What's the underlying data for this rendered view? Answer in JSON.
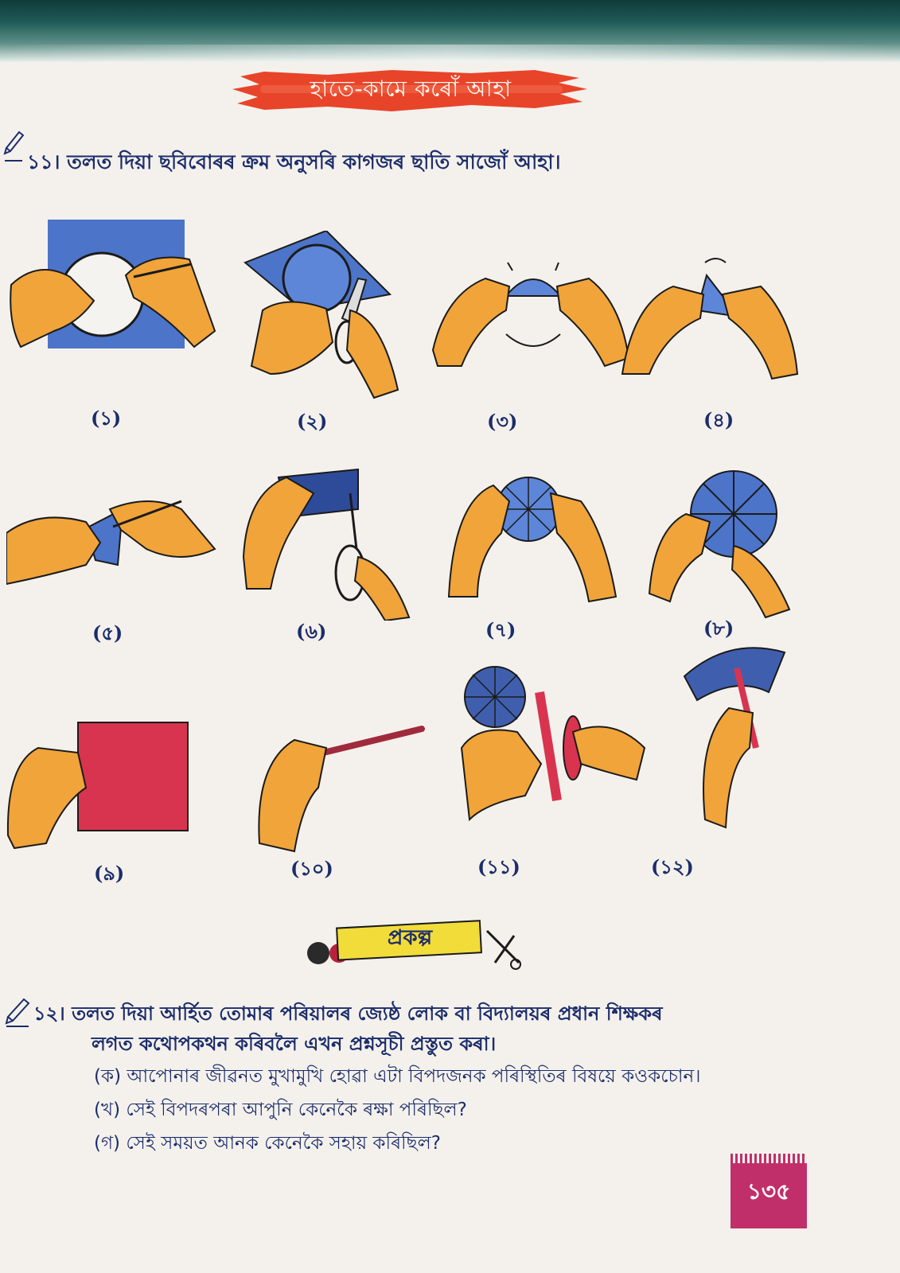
{
  "header": {
    "title": "হাতে-কামে কৰোঁ আহা"
  },
  "q11": {
    "text": "১১। তলত দিয়া ছবিবোৰৰ ক্ৰম অনুসৰি কাগজৰ ছাতি সাজোঁ আহা।"
  },
  "steps": [
    {
      "label": "(১)",
      "icon": "hands-drawing-circle-on-paper-icon"
    },
    {
      "label": "(২)",
      "icon": "scissors-cutting-circle-icon"
    },
    {
      "label": "(৩)",
      "icon": "folding-paper-circle-icon"
    },
    {
      "label": "(৪)",
      "icon": "folding-semicircle-icon"
    },
    {
      "label": "(৫)",
      "icon": "marking-folded-paper-icon"
    },
    {
      "label": "(৬)",
      "icon": "cutting-folded-paper-icon"
    },
    {
      "label": "(৭)",
      "icon": "unfolded-star-paper-icon"
    },
    {
      "label": "(৮)",
      "icon": "umbrella-canopy-icon"
    },
    {
      "label": "(৯)",
      "icon": "red-square-paper-icon"
    },
    {
      "label": "(১০)",
      "icon": "rolled-paper-stick-icon"
    },
    {
      "label": "(১১)",
      "icon": "attaching-handle-icon"
    },
    {
      "label": "(১২)",
      "icon": "finished-umbrella-icon"
    }
  ],
  "project": {
    "label": "প্ৰকল্প"
  },
  "q12": {
    "line1": "১২। তলত দিয়া আৰ্হিত তোমাৰ পৰিয়ালৰ জ্যেষ্ঠ লোক বা বিদ্যালয়ৰ প্ৰধান শিক্ষকৰ",
    "line2": "লগত কথোপকথন কৰিবলৈ এখন প্ৰশ্নসূচী প্ৰস্তুত কৰা।",
    "items": [
      "(ক) আপোনাৰ জীৱনত মুখামুখি হোৱা এটা বিপদজনক পৰিস্থিতিৰ বিষয়ে কওকচোন।",
      "(খ) সেই বিপদৰপৰা আপুনি কেনেকৈ ৰক্ষা পৰিছিল?",
      "(গ) সেই সময়ত আনক কেনেকৈ সহায় কৰিছিল?"
    ]
  },
  "page": {
    "number": "১৩৫"
  },
  "colors": {
    "ink": "#1c2d6b",
    "banner": "#e8442a",
    "skin": "#f0a43a",
    "paper_blue": "#4c74c9",
    "paper_red": "#d8344f",
    "page_tab": "#c12f6a"
  }
}
